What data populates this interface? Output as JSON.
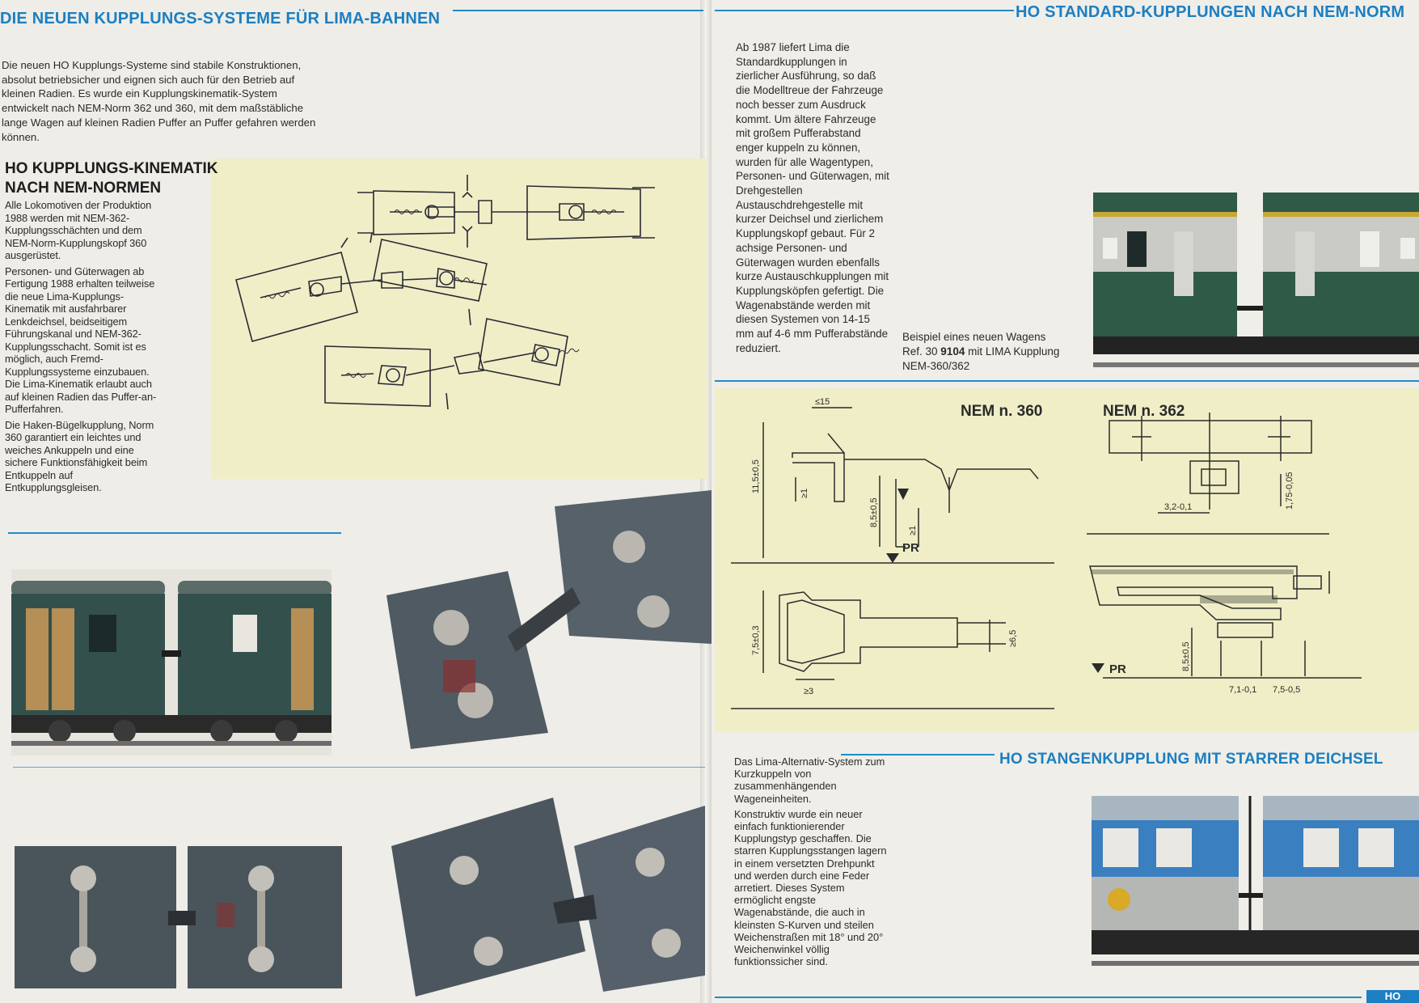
{
  "left_page": {
    "title": "DIE NEUEN KUPPLUNGS-SYSTEME FÜR LIMA-BAHNEN",
    "intro": "Die neuen HO Kupplungs-Systeme sind stabile Konstruktionen, absolut betriebsicher und eignen sich auch für den Betrieb auf kleinen Radien. Es wurde ein Kupplungskinematik-System entwickelt nach NEM-Norm 362 und 360, mit dem maßstäbliche lange Wagen auf kleinen Radien Puffer an Puffer gefahren werden können.",
    "section_title_line1": "HO KUPPLUNGS-KINEMATIK",
    "section_title_line2": "NACH NEM-NORMEN",
    "para1": "Alle Lokomotiven der Produktion 1988 werden mit NEM-362-Kupplungsschächten und dem NEM-Norm-Kupplungskopf 360 ausgerüstet.",
    "para2": "Personen- und Güterwagen ab Fertigung 1988 erhalten teilweise die neue Lima-Kupplungs-Kinematik mit ausfahrbarer Lenkdeichsel, beidseitigem Führungskanal und NEM-362-Kupplungsschacht. Somit ist es möglich, auch Fremd-Kupplungssysteme einzubauen. Die Lima-Kinematik erlaubt auch auf kleinen Radien das Puffer-an-Pufferfahren.",
    "para3": "Die Haken-Bügelkupplung, Norm 360 garantiert ein leichtes und weiches Ankuppeln und eine sichere Funktionsfähigkeit beim Entkuppeln auf Entkupplungsgleisen."
  },
  "right_page": {
    "title": "HO STANDARD-KUPPLUNGEN NACH NEM-NORM",
    "body": "Ab 1987 liefert Lima die Standardkupplungen in zierlicher Ausführung, so daß die Modelltreue der Fahrzeuge noch besser zum Ausdruck kommt. Um ältere Fahrzeuge mit großem Pufferabstand enger kuppeln zu können, wurden für alle Wagentypen, Personen- und Güterwagen, mit Drehgestellen Austauschdrehgestelle mit kurzer Deichsel und zierlichem Kupplungskopf gebaut. Für 2 achsige Personen- und Güterwagen wurden ebenfalls kurze Austauschkupplungen mit Kupplungsköpfen gefertigt. Die Wagenabstände werden mit diesen Systemen von 14-15 mm auf 4-6 mm Pufferabstände reduziert.",
    "caption_prefix": "Beispiel eines neuen Wagens Ref. 30",
    "caption_ref": "9104",
    "caption_suffix": "mit LIMA Kupplung NEM-360/362",
    "nem360_label": "NEM n. 360",
    "nem362_label": "NEM n. 362",
    "dims_360": {
      "d1": "≤15",
      "d2": "11,5±0,5",
      "d3": "≥1",
      "d4": "8,5±0,5",
      "d5": "≥1",
      "d6": "7,5±0,3",
      "d7": "≥6,5",
      "d8": "≥3",
      "pr": "PR"
    },
    "dims_362": {
      "d1": "3,2-0,1",
      "d2": "1,75-0,05",
      "d3": "8,5±0,5",
      "d4": "7,1-0,1",
      "d5": "7,5-0,5",
      "pr": "PR"
    },
    "bottom_title": "HO STANGENKUPPLUNG MIT STARRER DEICHSEL",
    "bottom_body": "Das Lima-Alternativ-System zum Kurzkuppeln von zusammenhängenden Wageneinheiten.",
    "bottom_body2": "Konstruktiv wurde ein neuer einfach funktionierender Kupplungstyp geschaffen. Die starren Kupplungsstangen lagern in einem versetzten Drehpunkt und werden durch eine Feder arretiert. Dieses System ermöglicht engste Wagenabstände, die auch in kleinsten S-Kurven und steilen Weichenstraßen mit 18° und 20° Weichenwinkel völlig funktionssicher sind.",
    "corner_tab": "HO"
  },
  "colors": {
    "accent_blue": "#1c7fc1",
    "diagram_bg": "#efeec7",
    "coach_green": "#2f5a46",
    "coach_blue": "#3a7fc0"
  }
}
